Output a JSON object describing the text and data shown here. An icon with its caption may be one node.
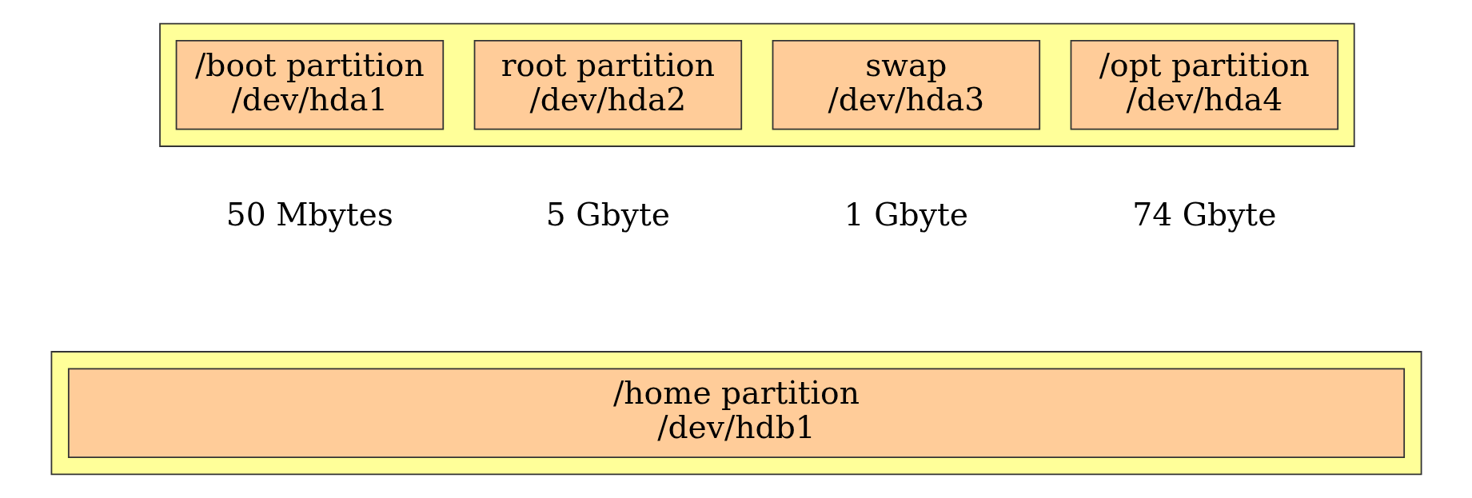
{
  "diagram": {
    "nodes": [
      {
        "text": [],
        "shape": "box"
      },
      {
        "text": [
          "/boot partition /dev/hda1"
        ],
        "in": 0,
        "beside": [
          "50 Mbytes"
        ]
      },
      {
        "text": [
          "root partition /dev/hda2"
        ],
        "in": 0,
        "beside": [
          "5 Gbyte"
        ]
      },
      {
        "text": [
          "swap /dev/hda3"
        ],
        "in": 0,
        "beside": [
          "1 Gbyte"
        ]
      },
      {
        "text": [
          "/opt partition /dev/hda4"
        ],
        "in": 0,
        "beside": [
          "74 Gbyte"
        ]
      },
      {
        "text": [],
        "shape": "box"
      },
      {
        "text": [
          "/home partition /dev/hdb1"
        ],
        "in": 5
      }
    ],
    "edges": []
  }
}
